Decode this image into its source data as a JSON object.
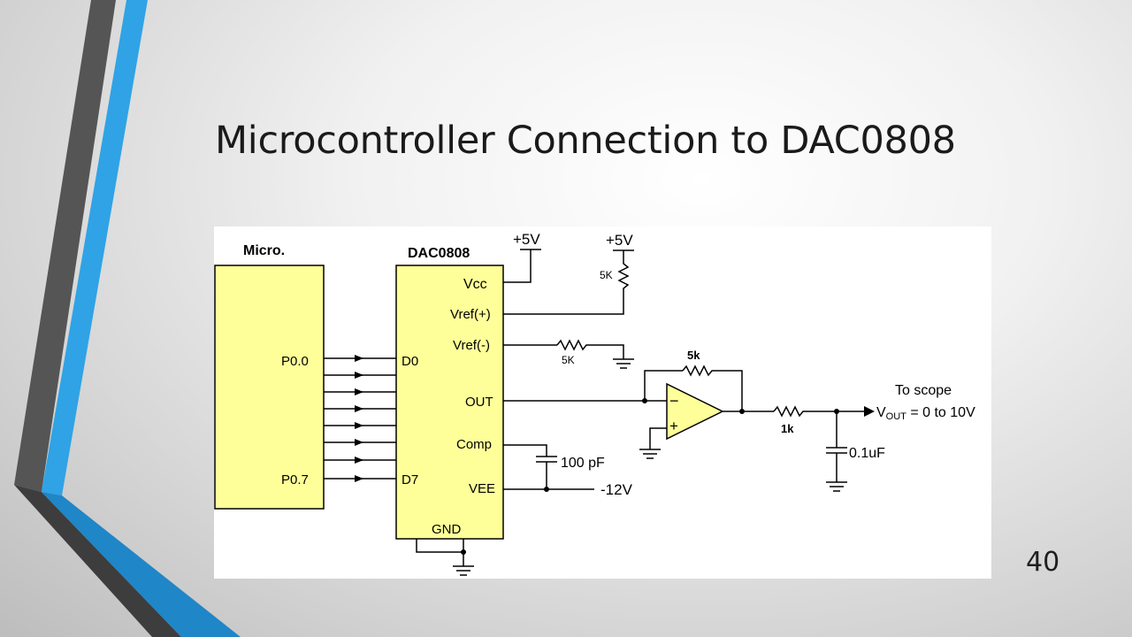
{
  "slide": {
    "title": "Microcontroller Connection to DAC0808",
    "page_number": "40"
  },
  "schematic": {
    "micro_label": "Micro.",
    "dac_label": "DAC0808",
    "pins": {
      "vcc": "Vcc",
      "vref_plus": "Vref(+)",
      "vref_minus": "Vref(-)",
      "out": "OUT",
      "comp": "Comp",
      "vee": "VEE",
      "gnd": "GND",
      "d0": "D0",
      "d7": "D7",
      "p00": "P0.0",
      "p07": "P0.7"
    },
    "supply_1": "+5V",
    "supply_2": "+5V",
    "res_vref_plus": "5K",
    "res_vref_minus": "5K",
    "cap_comp": "100 pF",
    "neg_supply": "-12V",
    "res_feedback": "5k",
    "opamp_minus": "−",
    "opamp_plus": "+",
    "res_output": "1k",
    "cap_output": "0.1uF",
    "to_scope": "To scope",
    "vout_v": "V",
    "vout_sub": "OUT",
    "vout_range": " = 0 to 10V"
  },
  "colors": {
    "chip_fill": "#ffff99",
    "accent_blue": "#2fa3e6",
    "accent_dark": "#4a4a4a"
  }
}
